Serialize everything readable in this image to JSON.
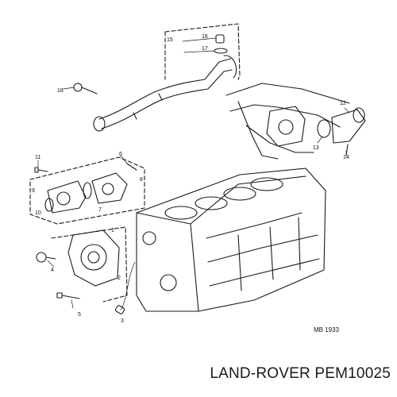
{
  "diagram": {
    "drawing_code": "MB 1933",
    "callouts": [
      "1",
      "2",
      "3",
      "4",
      "5",
      "6",
      "7",
      "8",
      "9",
      "10",
      "11",
      "12",
      "13",
      "14",
      "15",
      "16",
      "17",
      "18"
    ]
  },
  "caption": {
    "brand": "LAND-ROVER",
    "part_number": "PEM10025"
  }
}
